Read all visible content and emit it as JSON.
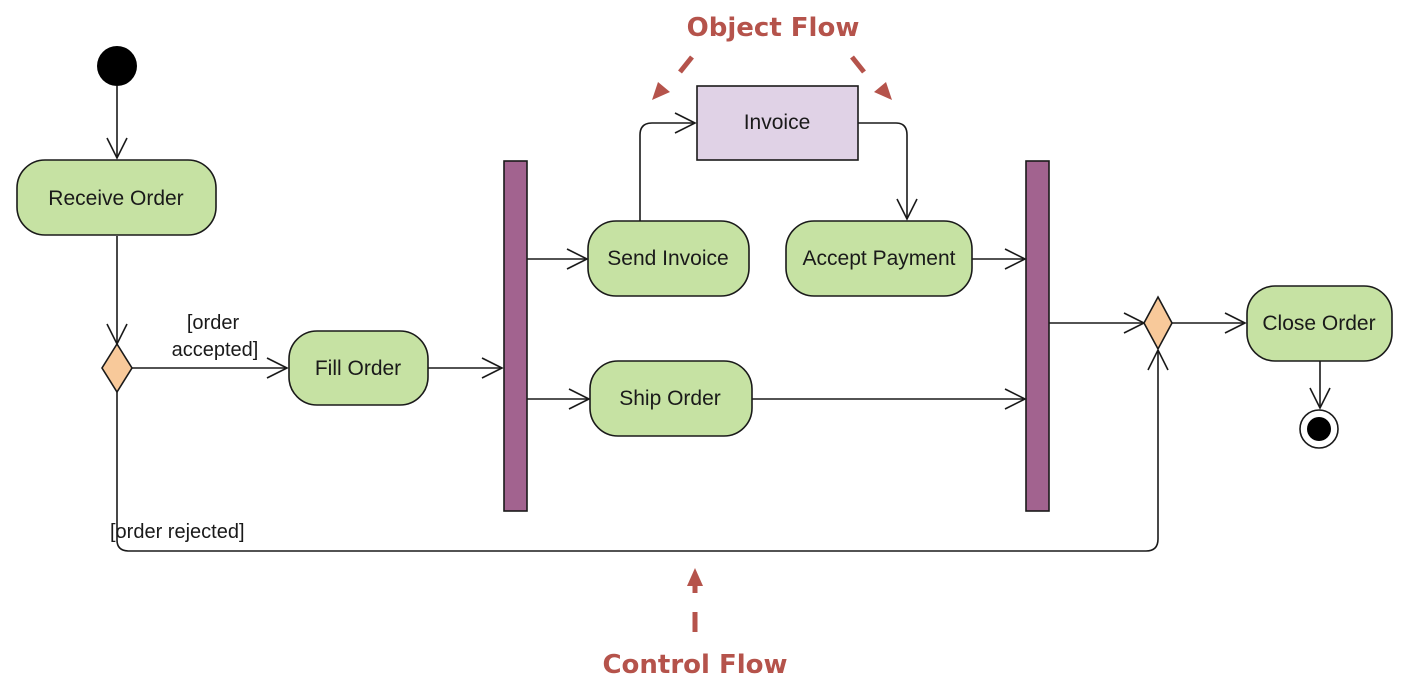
{
  "colors": {
    "action_fill": "#c6e2a3",
    "object_fill": "#e0d2e6",
    "fork_bar": "#a2638f",
    "decision_fill": "#f8c99a",
    "callout": "#b5534b",
    "line": "#1a1a1a"
  },
  "actions": {
    "receive_order": "Receive Order",
    "fill_order": "Fill Order",
    "send_invoice": "Send Invoice",
    "accept_payment": "Accept Payment",
    "ship_order": "Ship Order",
    "close_order": "Close Order"
  },
  "objects": {
    "invoice": "Invoice"
  },
  "guards": {
    "order_accepted_line1": "[order",
    "order_accepted_line2": "accepted]",
    "order_rejected": "[order rejected]"
  },
  "callouts": {
    "object_flow": "Object Flow",
    "control_flow": "Control Flow"
  }
}
